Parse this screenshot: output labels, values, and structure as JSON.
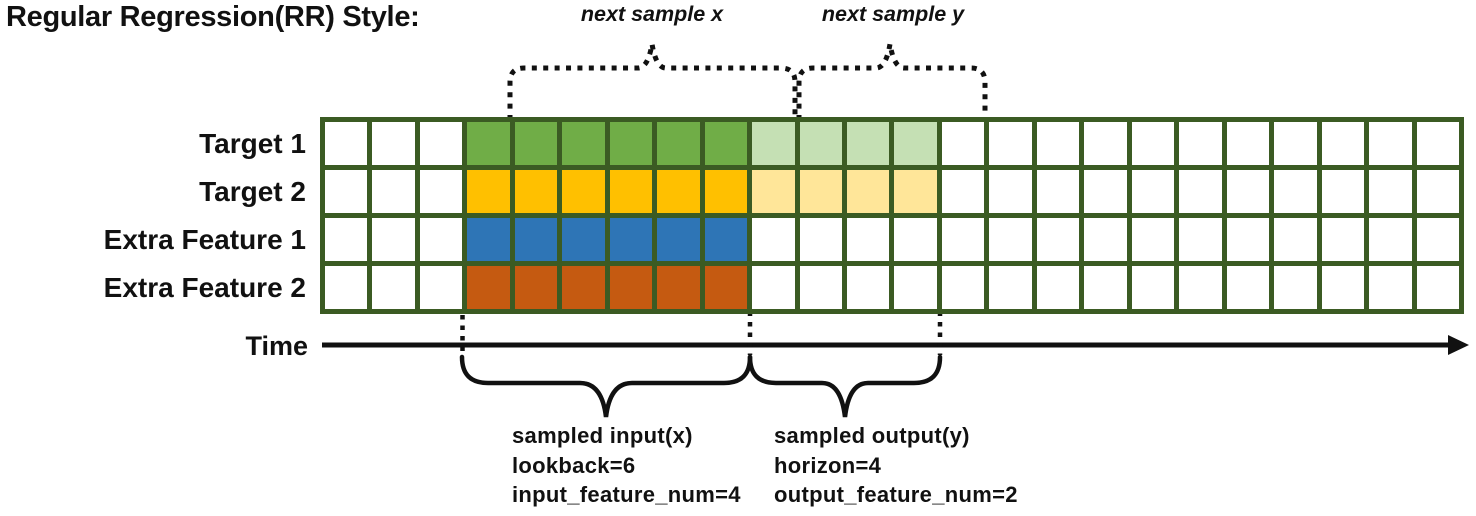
{
  "title": "Regular Regression(RR) Style:",
  "annotations": {
    "next_sample_x": "next sample x",
    "next_sample_y": "next sample y",
    "time_label": "Time",
    "input_lines": [
      "sampled input(x)",
      "lookback=6",
      "input_feature_num=4"
    ],
    "output_lines": [
      "sampled output(y)",
      "horizon=4",
      "output_feature_num=2"
    ]
  },
  "colors": {
    "border": "#3B5B23",
    "white": "#FFFFFF",
    "green": "#70AD47",
    "greenLight": "#C5E0B4",
    "gold": "#FFC000",
    "goldLight": "#FFE699",
    "blue": "#2E75B6",
    "orange": "#C55A11",
    "ink": "#111111"
  },
  "grid": {
    "columns": 24,
    "lookback": 6,
    "horizon": 4,
    "input_feature_num": 4,
    "output_feature_num": 2,
    "rows": [
      {
        "label": "Target 1",
        "segments": [
          {
            "color": "white",
            "count": 3
          },
          {
            "color": "green",
            "count": 6
          },
          {
            "color": "greenLight",
            "count": 4
          },
          {
            "color": "white",
            "count": 11
          }
        ]
      },
      {
        "label": "Target 2",
        "segments": [
          {
            "color": "white",
            "count": 3
          },
          {
            "color": "gold",
            "count": 6
          },
          {
            "color": "goldLight",
            "count": 4
          },
          {
            "color": "white",
            "count": 11
          }
        ]
      },
      {
        "label": "Extra Feature 1",
        "segments": [
          {
            "color": "white",
            "count": 3
          },
          {
            "color": "blue",
            "count": 6
          },
          {
            "color": "white",
            "count": 15
          }
        ]
      },
      {
        "label": "Extra Feature 2",
        "segments": [
          {
            "color": "white",
            "count": 3
          },
          {
            "color": "orange",
            "count": 6
          },
          {
            "color": "white",
            "count": 15
          }
        ]
      }
    ]
  }
}
